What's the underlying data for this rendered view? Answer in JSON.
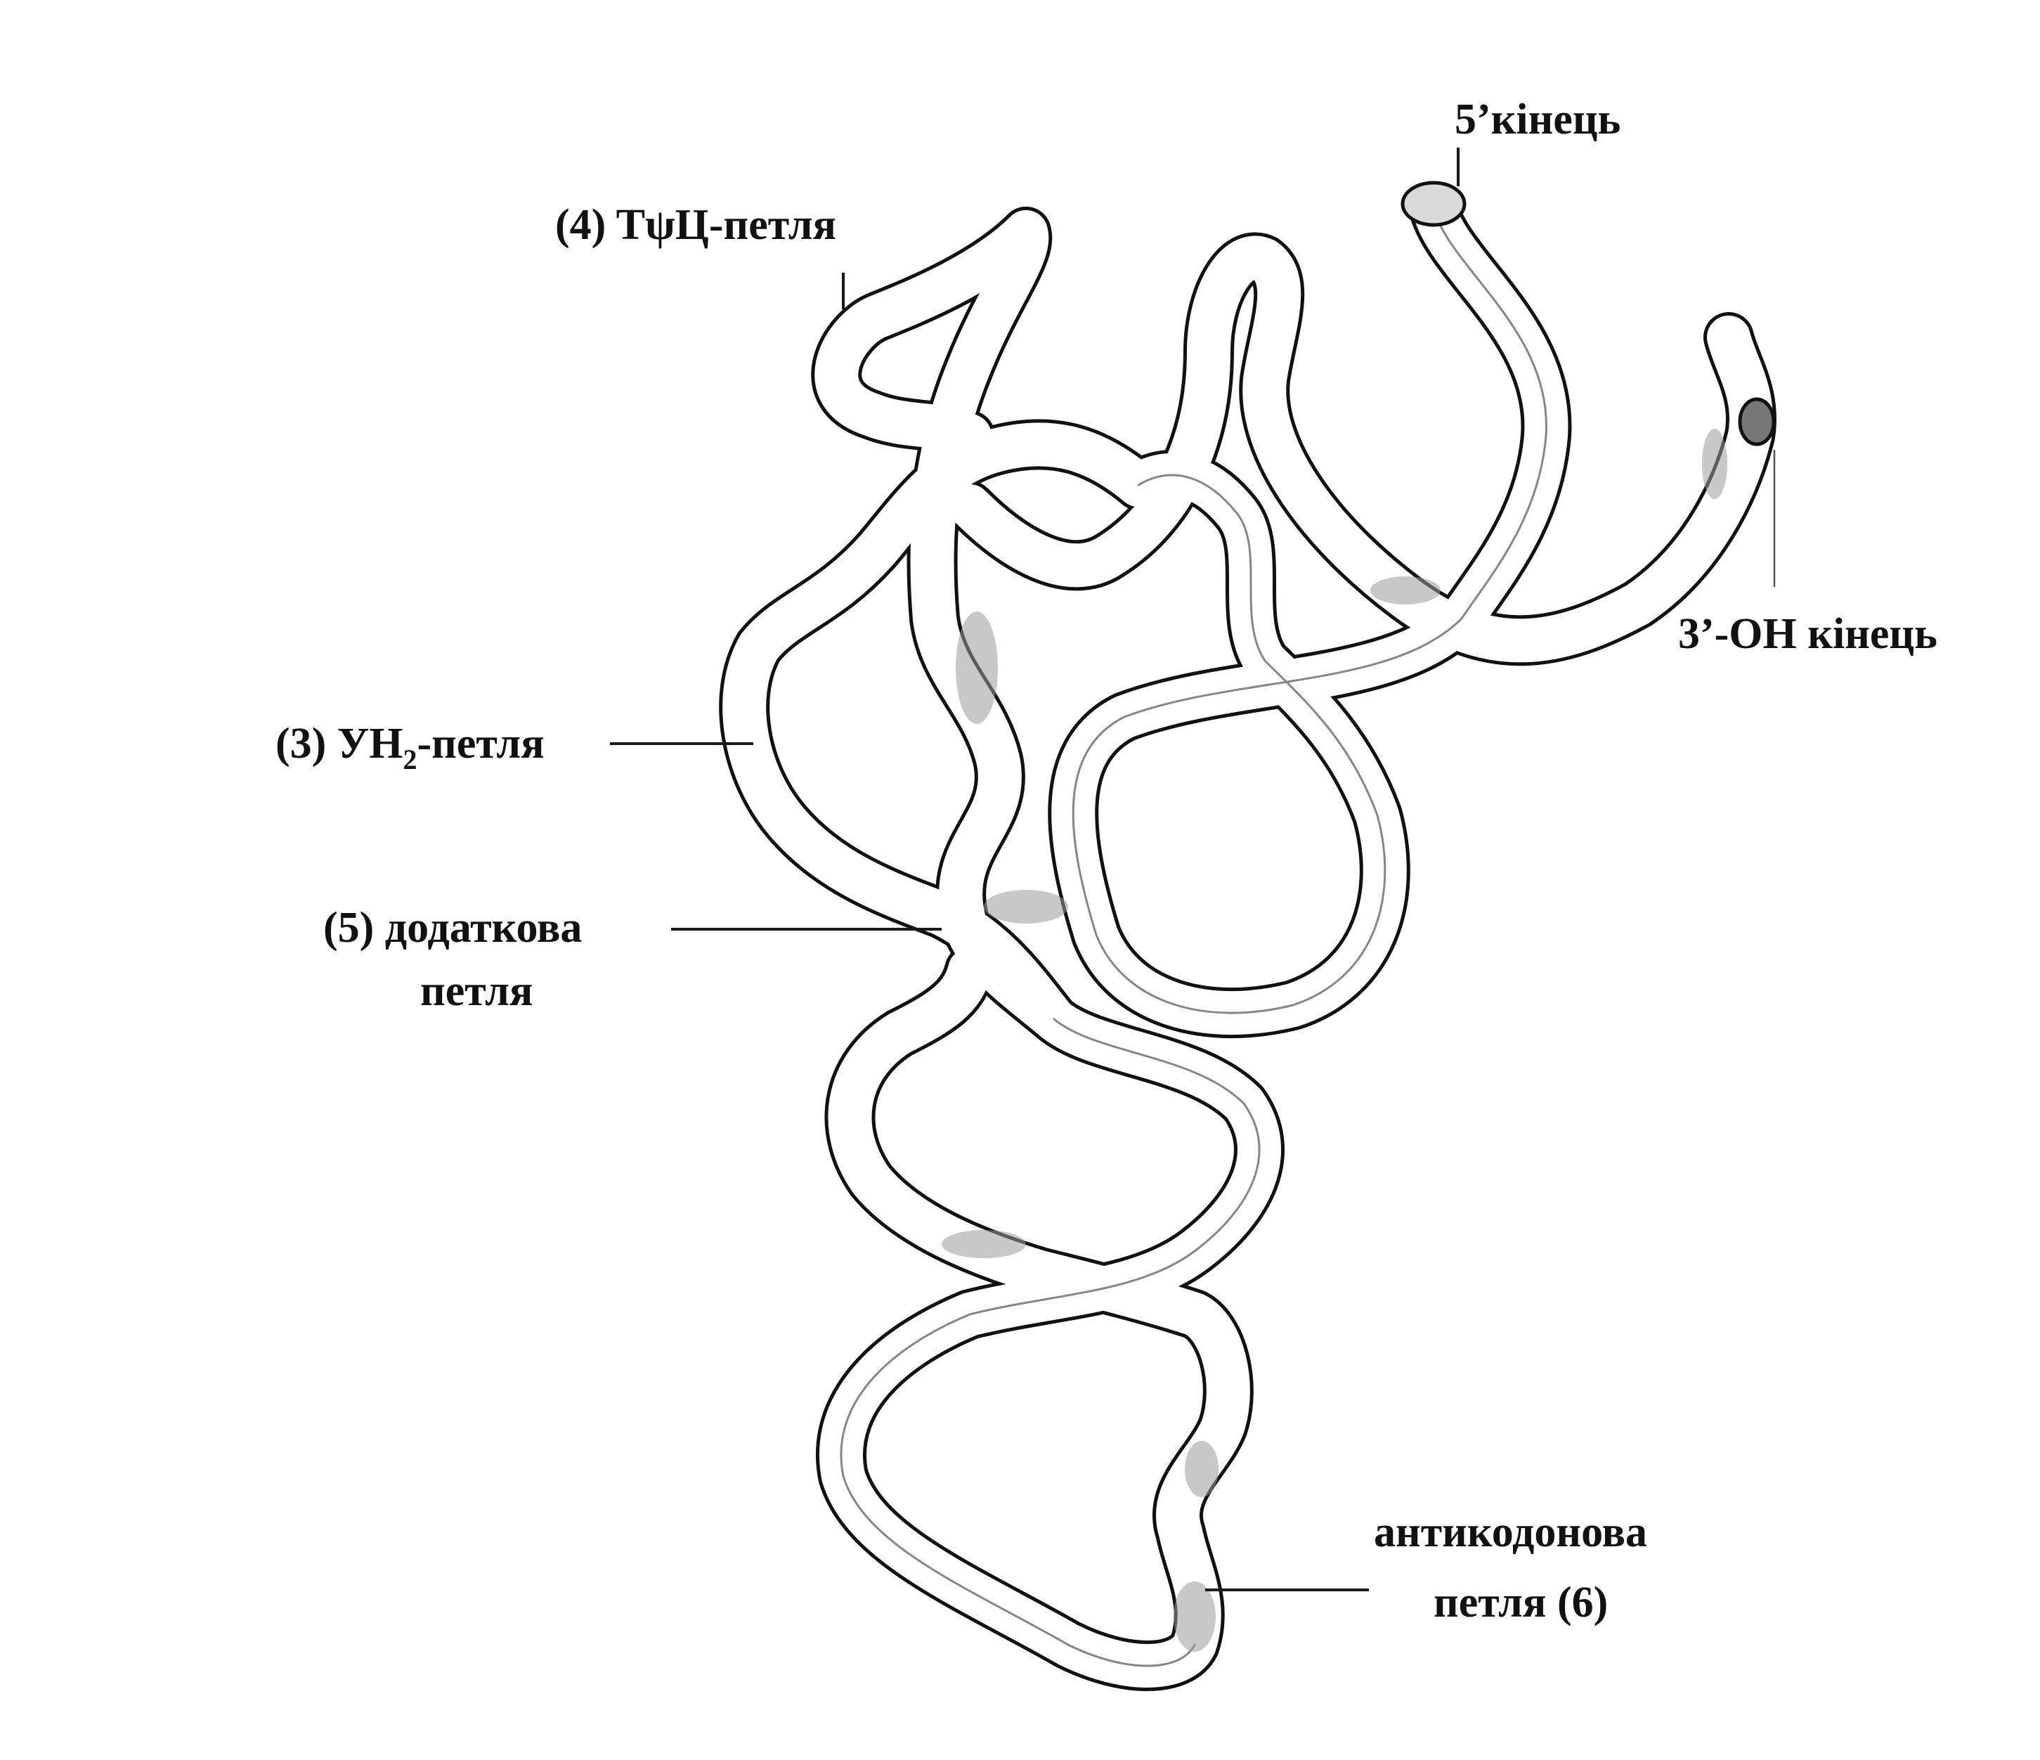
{
  "labels": {
    "five_end": "5’кінець",
    "tpsic_loop": "(4) TψЦ-петля",
    "three_end": "3’-OH кінець",
    "uh2_loop_main": "(3) УН",
    "uh2_loop_sub": "2",
    "uh2_loop_tail": "-петля",
    "extra_loop_line1": "(5) додаткова",
    "extra_loop_line2": "петля",
    "anticodon_line1": "антикодонова",
    "anticodon_line2": "петля (6)"
  },
  "colors": {
    "outline": "#111111",
    "tube_fill": "#ffffff",
    "shading": "#9a9a9a",
    "text": "#111111"
  }
}
